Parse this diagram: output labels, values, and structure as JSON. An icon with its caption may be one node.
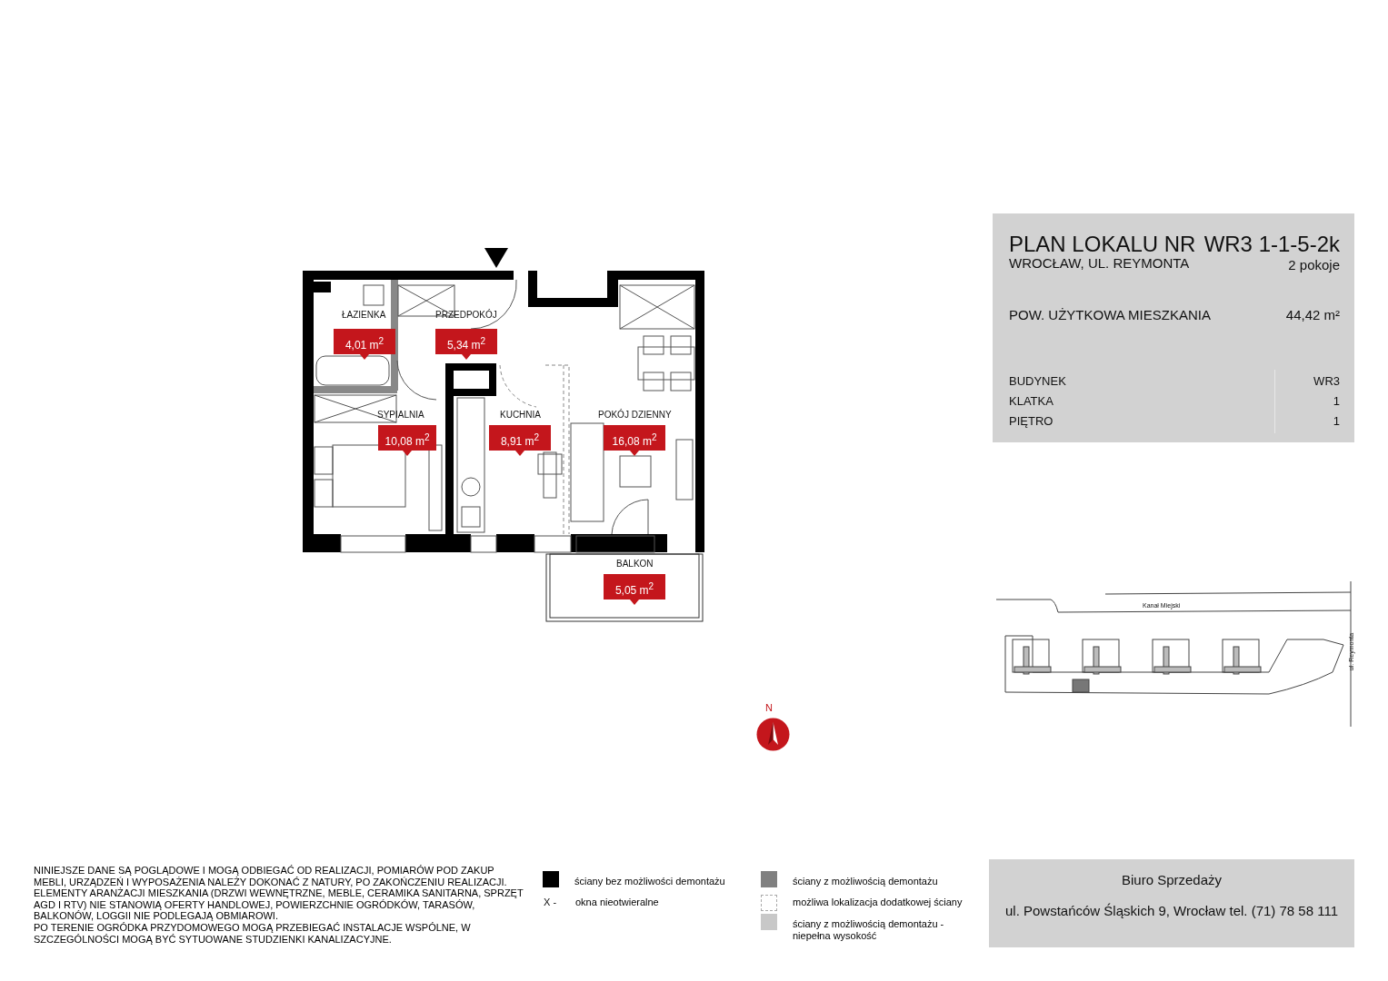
{
  "diagram": {
    "nodes": [
      {
        "text": [
          "ŁAZIENKA",
          "4,01 m$^{2}$"
        ]
      },
      {
        "text": [
          "PRZEDPOKÓJ",
          "5,34 m$^{2}$"
        ]
      },
      {
        "text": [
          "SYPIALNIA",
          "10,08 m$^{2}$"
        ]
      },
      {
        "text": [
          "KUCHNIA",
          "8,91 m$^{2}$"
        ]
      },
      {
        "text": [
          "POKÓJ DZIENNY",
          "16,08 m$^{2}$"
        ]
      },
      {
        "text": [
          "BALKON",
          "5,05 m$^{2}$"
        ]
      },
      {
        "text": [
          "PLAN LOKALU NR",
          "WR3 1-1-5-2k",
          "WROCŁAW, UL. REYMONTA",
          "2 pokoje",
          "POW. UŻYTKOWA MIESZKANIA",
          "44,42 m²",
          "BUDYNEK",
          "WR3",
          "KLATKA",
          "1",
          "PIĘTRO",
          "1"
        ]
      },
      {
        "text": [
          "Biuro Sprzedaży",
          "ul. Powstańców Śląskich 9, Wrocław  tel. (71) 78 58 111"
        ]
      }
    ],
    "labels": [
      "Kanał Miejski",
      "ul. Reymonta",
      "N",
      "NINIEJSZE DANE SĄ POGLĄDOWE I MOGĄ ODBIEGAĆ OD REALIZACJI, POMIARÓW POD ZAKUP MEBLI, URZĄDZEŃ I WYPOSAŻENIA NALEŻY DOKONAĆ Z NATURY, PO ZAKOŃCZENIU REALIZACJI. ELEMENTY ARANŻACJI MIESZKANIA (DRZWI WEWNĘTRZNE, MEBLE, CERAMIKA SANITARNA, SPRZĘT AGD I RTV) NIE STANOWIĄ OFERTY HANDLOWEJ, POWIERZCHNIE OGRÓDKÓW, TARASÓW, BALKONÓW, LOGGII NIE PODLEGAJĄ OBMIAROWI.",
      "PO TERENIE OGRÓDKA PRZYDOMOWEGO MOGĄ PRZEBIEGAĆ INSTALACJE WSPÓLNE, W SZCZEGÓLNOŚCI MOGĄ BYĆ SYTUOWANE STUDZIENKI KANALIZACYJNE.",
      "X -"
    ],
    "legend": [
      {
        "text": "ściany bez możliwości demontażu",
        "color": "#000000"
      },
      {
        "text": "okna nieotwieralne"
      },
      {
        "text": "ściany z możliwością demontażu",
        "color": "#808080"
      },
      {
        "text": "możliwa lokalizacja dodatkowej ściany"
      },
      {
        "text": "ściany z możliwością demontażu - niepełna wysokość",
        "color": "#c8c8c8"
      }
    ]
  }
}
